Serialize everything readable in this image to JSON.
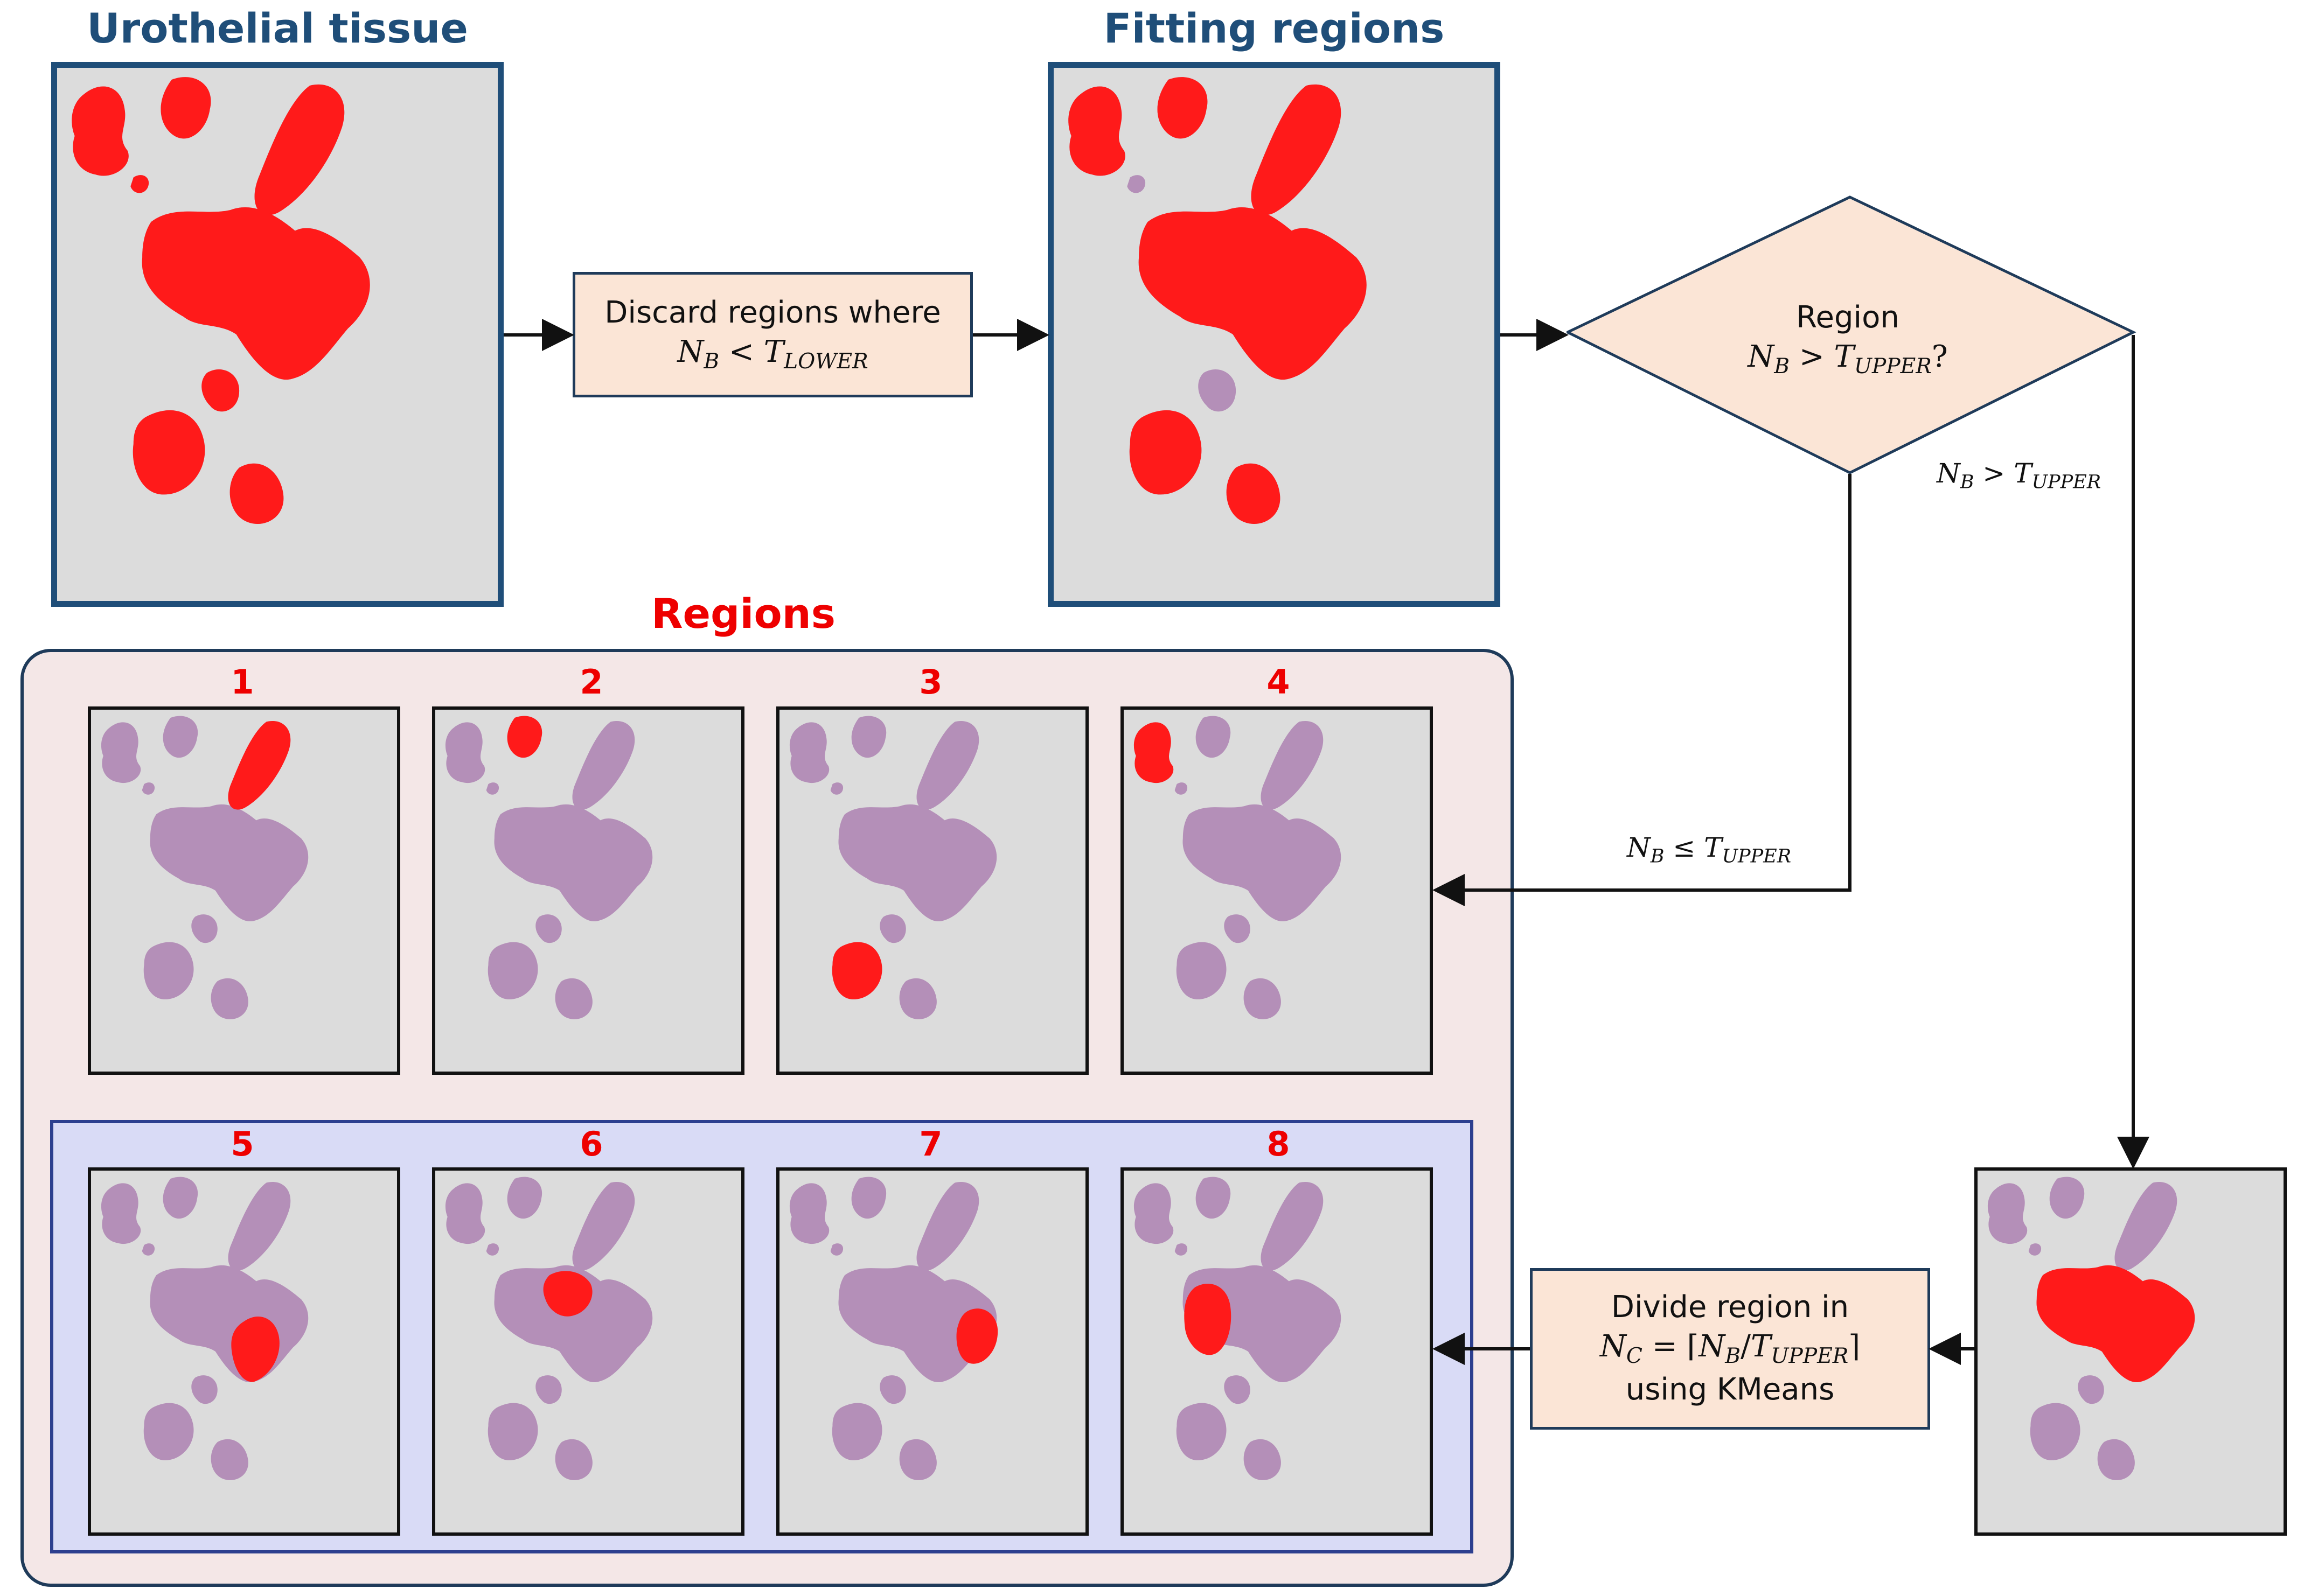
{
  "titles": {
    "urothelial": "Urothelial tissue",
    "fitting": "Fitting regions",
    "regions": "Regions"
  },
  "discard_box": {
    "line1": "Discard regions where",
    "var": "N",
    "var_sub": "B",
    "op": "<",
    "thresh": "T",
    "thresh_sub": "LOWER"
  },
  "decision": {
    "line1": "Region",
    "var": "N",
    "var_sub": "B",
    "op": ">",
    "thresh": "T",
    "thresh_sub": "UPPER",
    "suffix": "?"
  },
  "edge_labels": {
    "yes": {
      "var": "N",
      "var_sub": "B",
      "op": ">",
      "thresh": "T",
      "thresh_sub": "UPPER"
    },
    "no": {
      "var": "N",
      "var_sub": "B",
      "op": "≤",
      "thresh": "T",
      "thresh_sub": "UPPER"
    }
  },
  "divide_box": {
    "line1": "Divide region in",
    "lhs": "N",
    "lhs_sub": "C",
    "eq": "=",
    "ceil_open": "⌈",
    "num": "N",
    "num_sub": "B",
    "slash": "/",
    "den": "T",
    "den_sub": "UPPER",
    "ceil_close": "⌉",
    "line3": "using KMeans"
  },
  "region_numbers": [
    "1",
    "2",
    "3",
    "4",
    "5",
    "6",
    "7",
    "8"
  ],
  "colors": {
    "tissue": "#b48fb8",
    "highlight": "#ff1a1a",
    "panel_bg": "#dcdcdc",
    "panel_border": "#1f4e79",
    "process_fill": "#fbe5d6",
    "regions_fill": "#f4e7e7",
    "cluster_fill": "#d9dbf6",
    "title_blue": "#1f4e79",
    "title_red": "#ee0000"
  }
}
